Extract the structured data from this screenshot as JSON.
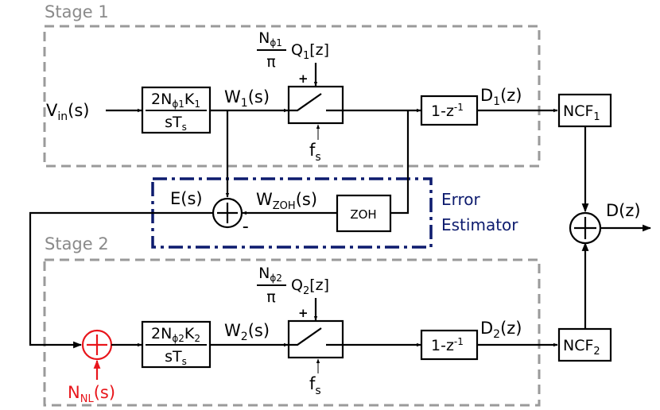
{
  "stages": [
    {
      "label": "Stage 1"
    },
    {
      "label": "Stage 2"
    }
  ],
  "error_estimator": {
    "line1": "Error",
    "line2": "Estimator",
    "color": "#0d1b6e"
  },
  "zoh": {
    "label": "ZOH"
  },
  "signals": {
    "vin": {
      "main": "V",
      "sub": "in",
      "tail": "(s)"
    },
    "w1": {
      "main": "W",
      "sub": "1",
      "tail": "(s)"
    },
    "w2": {
      "main": "W",
      "sub": "2",
      "tail": "(s)"
    },
    "wzoh": {
      "main": "W",
      "sub": "ZOH",
      "tail": "(s)"
    },
    "es": {
      "text": "E(s)"
    },
    "d1": {
      "main": "D",
      "sub": "1",
      "tail": "(z)"
    },
    "d2": {
      "main": "D",
      "sub": "2",
      "tail": "(z)"
    },
    "dz": {
      "text": "D(z)"
    },
    "nnl": {
      "main": "N",
      "sub": "NL",
      "tail": "(s)",
      "color": "#e8151b"
    }
  },
  "integrators": [
    {
      "num_a": "2N",
      "num_sub1": "ϕ1",
      "num_b": "K",
      "num_sub2": "1",
      "den_a": "sT",
      "den_sub": "s"
    },
    {
      "num_a": "2N",
      "num_sub1": "ϕ2",
      "num_b": "K",
      "num_sub2": "2",
      "den_a": "sT",
      "den_sub": "s"
    }
  ],
  "quantizer_gain": [
    {
      "num_a": "N",
      "num_sub": "ϕ1",
      "den": "π",
      "q": "Q",
      "q_sub": "1",
      "q_tail": "[z]"
    },
    {
      "num_a": "N",
      "num_sub": "ϕ2",
      "den": "π",
      "q": "Q",
      "q_sub": "2",
      "q_tail": "[z]"
    }
  ],
  "sampling": [
    {
      "main": "f",
      "sub": "s"
    },
    {
      "main": "f",
      "sub": "s"
    }
  ],
  "differentiators": [
    {
      "main": "1-z",
      "sup": "-1"
    },
    {
      "main": "1-z",
      "sup": "-1"
    }
  ],
  "ncf": [
    {
      "main": "NCF",
      "sub": "1"
    },
    {
      "main": "NCF",
      "sub": "2"
    }
  ],
  "signs": {
    "plus": "+",
    "minus": "–"
  }
}
